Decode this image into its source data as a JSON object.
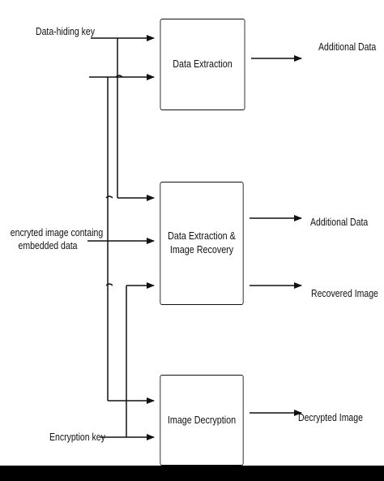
{
  "boxes": {
    "data_extraction": "Data Extraction",
    "data_extraction_recovery": "Data Extraction & Image Recovery",
    "image_decryption": "Image Decryption"
  },
  "inputs": {
    "data_hiding_key": "Data-hiding key",
    "encrypted_image_line1": "encryted image containg",
    "encrypted_image_line2": "embedded data",
    "encryption_key": "Encryption key"
  },
  "outputs": {
    "additional_data_1": "Additional Data",
    "additional_data_2": "Additional Data",
    "recovered_image": "Recovered Image",
    "decrypted_image": "Decrypted Image"
  }
}
